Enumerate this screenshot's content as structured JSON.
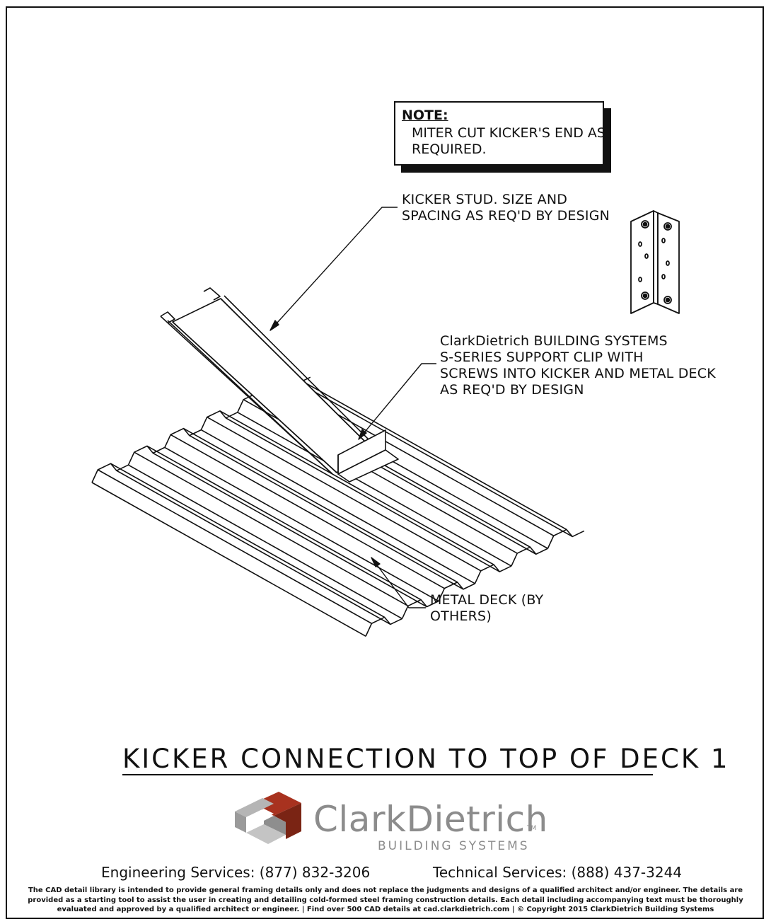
{
  "note": {
    "title": "NOTE:",
    "body": "MITER CUT KICKER'S END AS\nREQUIRED."
  },
  "labels": {
    "kicker_stud": "KICKER STUD. SIZE AND\nSPACING AS REQ'D BY DESIGN",
    "support_clip": "ClarkDietrich BUILDING SYSTEMS\nS-SERIES SUPPORT CLIP WITH\nSCREWS INTO KICKER AND METAL DECK\nAS REQ'D BY DESIGN",
    "metal_deck": "METAL DECK (BY\nOTHERS)"
  },
  "title": "KICKER CONNECTION TO TOP OF DECK 1",
  "brand": {
    "name": "ClarkDietrich",
    "tm": "TM",
    "subtitle": "BUILDING SYSTEMS",
    "logo_colors": {
      "red": "#a8321f",
      "gray": "#9a9a9a",
      "light_gray": "#c4c4c4"
    }
  },
  "services": {
    "engineering": "Engineering Services: (877) 832-3206",
    "technical": "Technical Services: (888) 437-3244"
  },
  "disclaimer": {
    "line1": "The CAD detail library is intended to provide general framing details only and does not replace the judgments and designs of a qualified architect and/or engineer. The details are",
    "line2": "provided as a starting tool to assist the user in creating and detailing cold-formed steel framing construction details. Each detail including accompanying text must be thoroughly",
    "line3": "evaluated and approved by a qualified architect or engineer.   |   Find over 500 CAD details at cad.clarkdietrich.com   |   © Copyright 2015 ClarkDietrich Building Systems"
  }
}
